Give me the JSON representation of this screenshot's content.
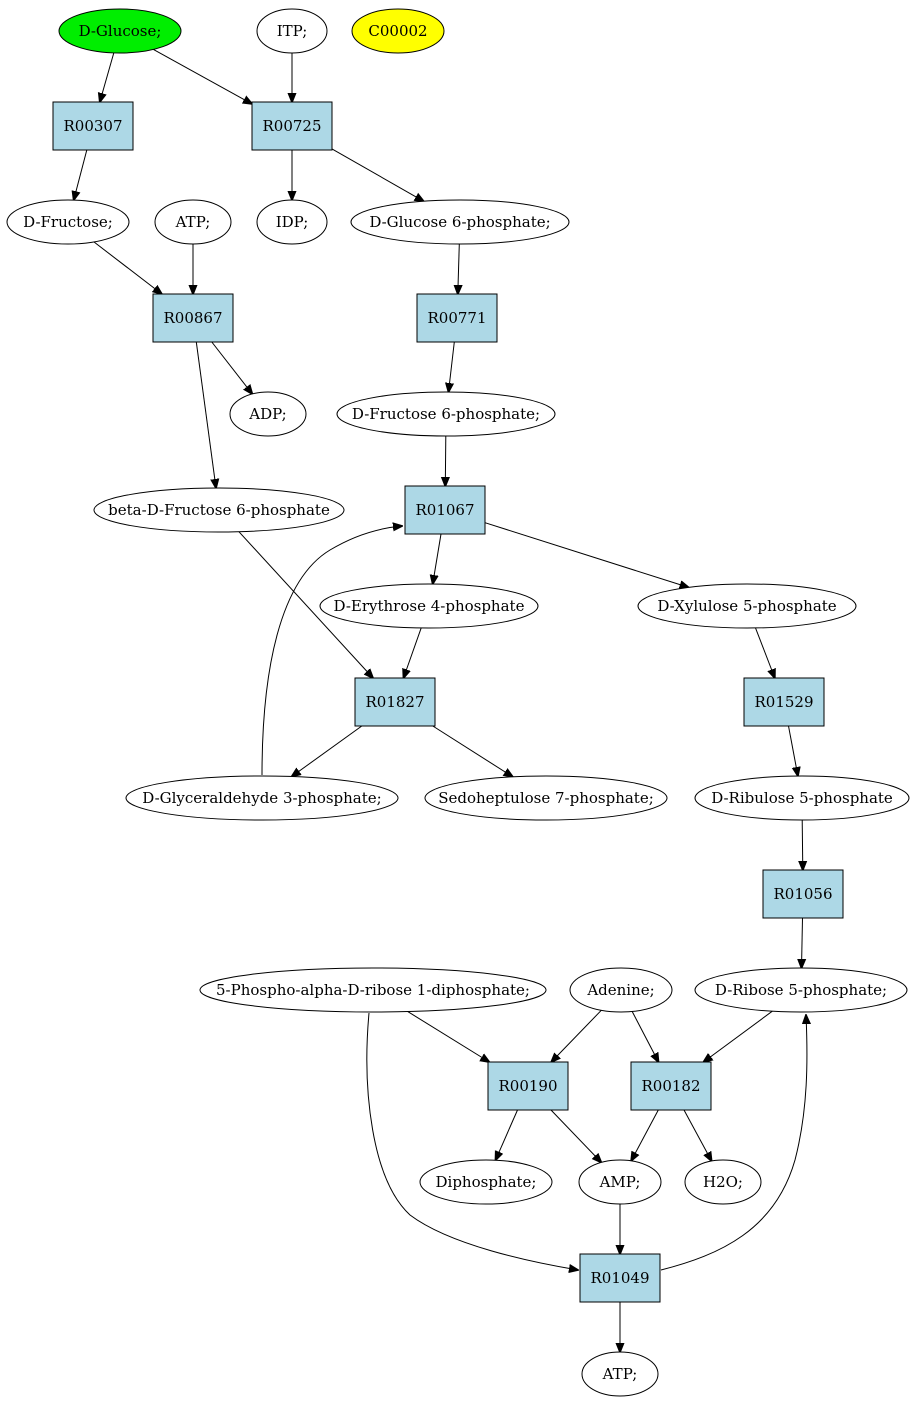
{
  "colors": {
    "reaction_fill": "#add8e6",
    "start_fill": "#00ee00",
    "highlight_fill": "#ffff00",
    "compound_fill": "#ffffff",
    "stroke": "#000000"
  },
  "nodes": [
    {
      "id": "dglucose",
      "label": "D-Glucose;",
      "kind": "compound",
      "fill": "start_fill"
    },
    {
      "id": "itp",
      "label": "ITP;",
      "kind": "compound"
    },
    {
      "id": "c00002",
      "label": "C00002",
      "kind": "compound",
      "fill": "highlight_fill"
    },
    {
      "id": "r00307",
      "label": "R00307",
      "kind": "reaction"
    },
    {
      "id": "r00725",
      "label": "R00725",
      "kind": "reaction"
    },
    {
      "id": "dfructose",
      "label": "D-Fructose;",
      "kind": "compound"
    },
    {
      "id": "atp1",
      "label": "ATP;",
      "kind": "compound"
    },
    {
      "id": "idp",
      "label": "IDP;",
      "kind": "compound"
    },
    {
      "id": "g6p",
      "label": "D-Glucose 6-phosphate;",
      "kind": "compound"
    },
    {
      "id": "r00867",
      "label": "R00867",
      "kind": "reaction"
    },
    {
      "id": "r00771",
      "label": "R00771",
      "kind": "reaction"
    },
    {
      "id": "adp",
      "label": "ADP;",
      "kind": "compound"
    },
    {
      "id": "f6p",
      "label": "D-Fructose 6-phosphate;",
      "kind": "compound"
    },
    {
      "id": "bf6p",
      "label": "beta-D-Fructose 6-phosphate",
      "kind": "compound"
    },
    {
      "id": "r01067",
      "label": "R01067",
      "kind": "reaction"
    },
    {
      "id": "e4p",
      "label": "D-Erythrose 4-phosphate",
      "kind": "compound"
    },
    {
      "id": "x5p",
      "label": "D-Xylulose 5-phosphate",
      "kind": "compound"
    },
    {
      "id": "r01827",
      "label": "R01827",
      "kind": "reaction"
    },
    {
      "id": "r01529",
      "label": "R01529",
      "kind": "reaction"
    },
    {
      "id": "g3p",
      "label": "D-Glyceraldehyde 3-phosphate;",
      "kind": "compound"
    },
    {
      "id": "s7p",
      "label": "Sedoheptulose 7-phosphate;",
      "kind": "compound"
    },
    {
      "id": "ru5p",
      "label": "D-Ribulose 5-phosphate",
      "kind": "compound"
    },
    {
      "id": "r01056",
      "label": "R01056",
      "kind": "reaction"
    },
    {
      "id": "prpp",
      "label": "5-Phospho-alpha-D-ribose 1-diphosphate;",
      "kind": "compound"
    },
    {
      "id": "adenine",
      "label": "Adenine;",
      "kind": "compound"
    },
    {
      "id": "r5p",
      "label": "D-Ribose 5-phosphate;",
      "kind": "compound"
    },
    {
      "id": "r00190",
      "label": "R00190",
      "kind": "reaction"
    },
    {
      "id": "r00182",
      "label": "R00182",
      "kind": "reaction"
    },
    {
      "id": "diphosphate",
      "label": "Diphosphate;",
      "kind": "compound"
    },
    {
      "id": "amp",
      "label": "AMP;",
      "kind": "compound"
    },
    {
      "id": "h2o",
      "label": "H2O;",
      "kind": "compound"
    },
    {
      "id": "r01049",
      "label": "R01049",
      "kind": "reaction"
    },
    {
      "id": "atp2",
      "label": "ATP;",
      "kind": "compound"
    }
  ],
  "edges": [
    {
      "from": "dglucose",
      "to": "r00307"
    },
    {
      "from": "dglucose",
      "to": "r00725"
    },
    {
      "from": "itp",
      "to": "r00725"
    },
    {
      "from": "r00307",
      "to": "dfructose"
    },
    {
      "from": "r00725",
      "to": "idp"
    },
    {
      "from": "r00725",
      "to": "g6p"
    },
    {
      "from": "dfructose",
      "to": "r00867"
    },
    {
      "from": "atp1",
      "to": "r00867"
    },
    {
      "from": "g6p",
      "to": "r00771"
    },
    {
      "from": "r00867",
      "to": "adp"
    },
    {
      "from": "r00867",
      "to": "bf6p"
    },
    {
      "from": "r00771",
      "to": "f6p"
    },
    {
      "from": "f6p",
      "to": "r01067"
    },
    {
      "from": "r01067",
      "to": "e4p"
    },
    {
      "from": "r01067",
      "to": "x5p"
    },
    {
      "from": "bf6p",
      "to": "r01827"
    },
    {
      "from": "e4p",
      "to": "r01827"
    },
    {
      "from": "x5p",
      "to": "r01529"
    },
    {
      "from": "r01827",
      "to": "g3p"
    },
    {
      "from": "r01827",
      "to": "s7p"
    },
    {
      "from": "g3p",
      "to": "r01067"
    },
    {
      "from": "r01529",
      "to": "ru5p"
    },
    {
      "from": "ru5p",
      "to": "r01056"
    },
    {
      "from": "r01056",
      "to": "r5p"
    },
    {
      "from": "prpp",
      "to": "r00190"
    },
    {
      "from": "adenine",
      "to": "r00190"
    },
    {
      "from": "adenine",
      "to": "r00182"
    },
    {
      "from": "r5p",
      "to": "r00182"
    },
    {
      "from": "r00190",
      "to": "diphosphate"
    },
    {
      "from": "r00190",
      "to": "amp"
    },
    {
      "from": "r00182",
      "to": "amp"
    },
    {
      "from": "r00182",
      "to": "h2o"
    },
    {
      "from": "amp",
      "to": "r01049"
    },
    {
      "from": "prpp",
      "to": "r01049"
    },
    {
      "from": "r01049",
      "to": "r5p"
    },
    {
      "from": "r01049",
      "to": "atp2"
    }
  ]
}
